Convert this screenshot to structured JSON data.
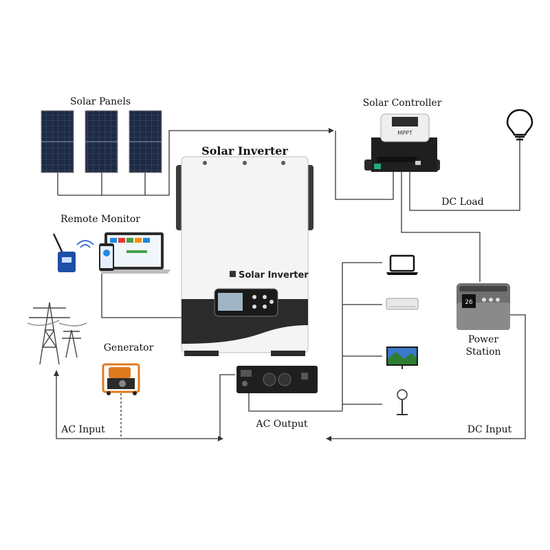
{
  "labels": {
    "solar_panels": "Solar Panels",
    "solar_controller": "Solar Controller",
    "solar_inverter_title": "Solar Inverter",
    "remote_monitor": "Remote Monitor",
    "generator": "Generator",
    "dc_load": "DC Load",
    "power_station_line1": "Power",
    "power_station_line2": "Station",
    "ac_input": "AC Input",
    "ac_output": "AC Output",
    "dc_input": "DC Input"
  },
  "devices": {
    "inverter_brand": "Solar Inverter",
    "controller_badge": "MPPT",
    "power_station_display": "26"
  },
  "colors": {
    "panel": "#1f2a44",
    "panel_grid": "#5a6a8a",
    "inverter_band": "#2b2b2b",
    "inverter_body": "#f4f4f4",
    "generator_frame": "#e07a1f",
    "router_blue": "#1d4fa8",
    "wire": "#333333"
  }
}
